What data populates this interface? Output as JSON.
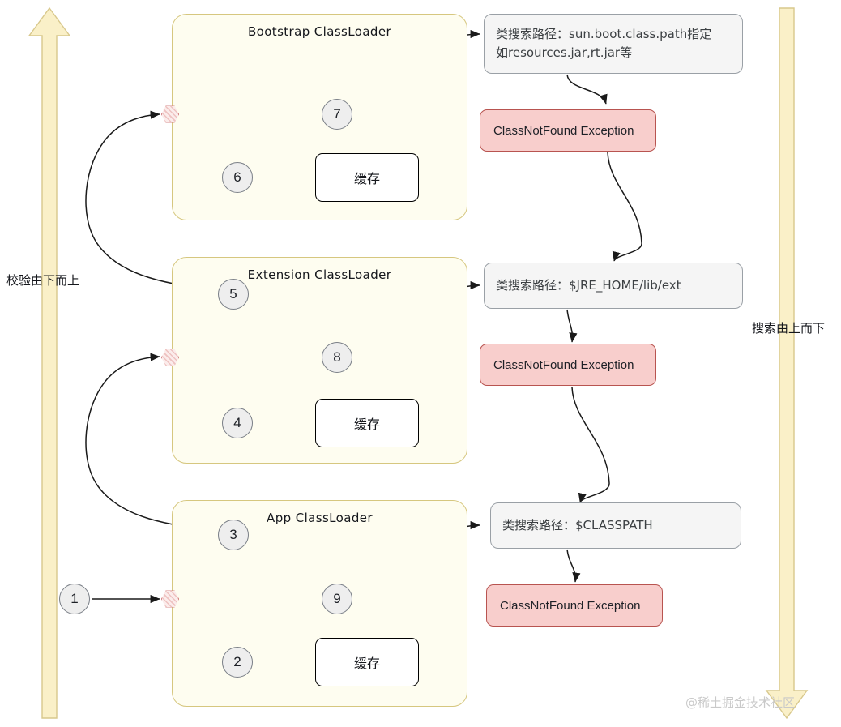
{
  "diagram": {
    "title_watermark": "@稀土掘金技术社区",
    "left_axis": {
      "label": "校验由下而上",
      "direction": "up",
      "color": "#faf0c8"
    },
    "right_axis": {
      "label": "搜索由上而下",
      "direction": "down",
      "color": "#faf0c8"
    },
    "colors": {
      "group_fill": "#fefdf0",
      "group_border": "#d6c77f",
      "node_fill": "#eeeeee",
      "node_border": "#7a7f87",
      "pathbox_fill": "#f5f5f5",
      "pathbox_border": "#9aa0a6",
      "exception_fill": "#f8cecc",
      "exception_border": "#b85450",
      "junction_fill": "#fbeceb",
      "junction_border": "#c9686a",
      "cache_fill": "#ffffff",
      "cache_border": "#000000",
      "edge": "#1a1a1a"
    },
    "groups": [
      {
        "id": "bootstrap",
        "title": "Bootstrap ClassLoader",
        "nodes": [
          {
            "id": "n7",
            "label": "7"
          },
          {
            "id": "n6",
            "label": "6"
          }
        ],
        "cache_label": "缓存"
      },
      {
        "id": "extension",
        "title": "Extension ClassLoader",
        "nodes": [
          {
            "id": "n5",
            "label": "5"
          },
          {
            "id": "n8",
            "label": "8"
          },
          {
            "id": "n4",
            "label": "4"
          }
        ],
        "cache_label": "缓存"
      },
      {
        "id": "app",
        "title": "App ClassLoader",
        "nodes": [
          {
            "id": "n3",
            "label": "3"
          },
          {
            "id": "n9",
            "label": "9"
          },
          {
            "id": "n2",
            "label": "2"
          }
        ],
        "cache_label": "缓存"
      }
    ],
    "entry_node": {
      "id": "n1",
      "label": "1"
    },
    "search_paths": [
      {
        "id": "path-bootstrap",
        "line1": "类搜索路径：sun.boot.class.path指定",
        "line2": "如resources.jar,rt.jar等"
      },
      {
        "id": "path-extension",
        "line1": "类搜索路径：$JRE_HOME/lib/ext",
        "line2": ""
      },
      {
        "id": "path-app",
        "line1": "类搜索路径：$CLASSPATH",
        "line2": ""
      }
    ],
    "exceptions": [
      {
        "id": "ex-bootstrap",
        "label": "ClassNotFound Exception"
      },
      {
        "id": "ex-extension",
        "label": "ClassNotFound Exception"
      },
      {
        "id": "ex-app",
        "label": "ClassNotFound Exception"
      }
    ]
  }
}
